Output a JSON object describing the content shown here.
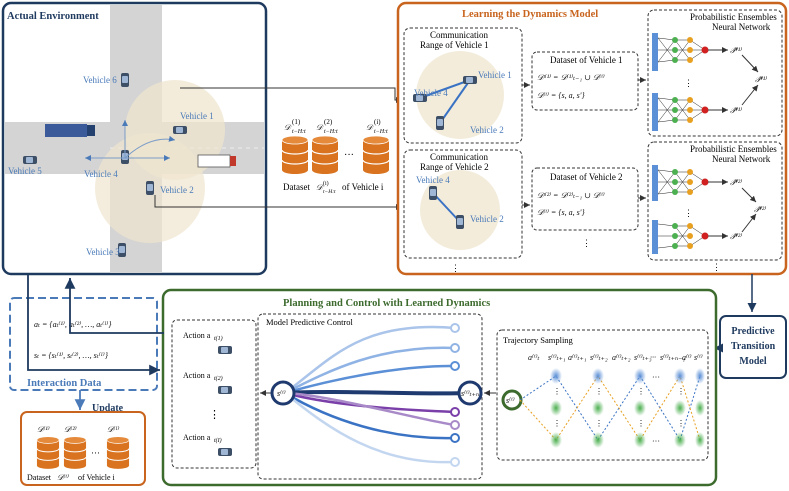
{
  "colors": {
    "env_border": "#1f3a5f",
    "learning_border": "#c8641e",
    "planning_border": "#3d6b2e",
    "interaction_border": "#4a7ab8",
    "predictive_border": "#1f3a5f",
    "db_fill": "#d9731f",
    "trajectory_blue": "#3b73c4",
    "trajectory_purple": "#7a3fa8",
    "vehicle_label": "#4a7ab8"
  },
  "env": {
    "title": "Actual Environment",
    "vehicles": [
      "Vehicle 1",
      "Vehicle 2",
      "Vehicle 3",
      "Vehicle 4",
      "Vehicle 5",
      "Vehicle 6"
    ]
  },
  "datasets": {
    "sub1": "(1)",
    "sub2": "(2)",
    "subi": "(i)",
    "dots": "···",
    "caption_prefix": "Dataset",
    "caption_suffix": "of Vehicle i"
  },
  "learning": {
    "title": "Learning the  Dynamics Model",
    "comm1_line1": "Communication",
    "comm1_line2": "Range of Vehicle 1",
    "comm2_line1": "Communication",
    "comm2_line2": "Range of Vehicle 2",
    "dataset1_title": "Dataset of Vehicle 1",
    "dataset2_title": "Dataset of Vehicle 2",
    "pen_line1": "Probabilistic Ensembles",
    "pen_line2": "Neural Network",
    "pen2_line1": "Probabilistic Ensembles",
    "pen2_line2": "Neural Network",
    "comm1_vehicles": [
      "Vehicle 1",
      "Vehicle 4",
      "Vehicle 2"
    ],
    "comm2_vehicles": [
      "Vehicle 4",
      "Vehicle 2"
    ]
  },
  "planning": {
    "title": "Planning and Control with Learned Dynamics",
    "mpc": "Model Predictive Control",
    "traj_sampling": "Trajectory Sampling",
    "actions": [
      "Action a",
      "Action a",
      "Action a"
    ],
    "action_subs": [
      "t(1)",
      "t(2)",
      "t(I)"
    ]
  },
  "interaction": {
    "title": "Interaction Data",
    "update": "Update",
    "caption": "Dataset",
    "caption_suffix": "of Vehicle i"
  },
  "predictive": {
    "line1": "Predictive",
    "line2": "Transition",
    "line3": "Model"
  }
}
